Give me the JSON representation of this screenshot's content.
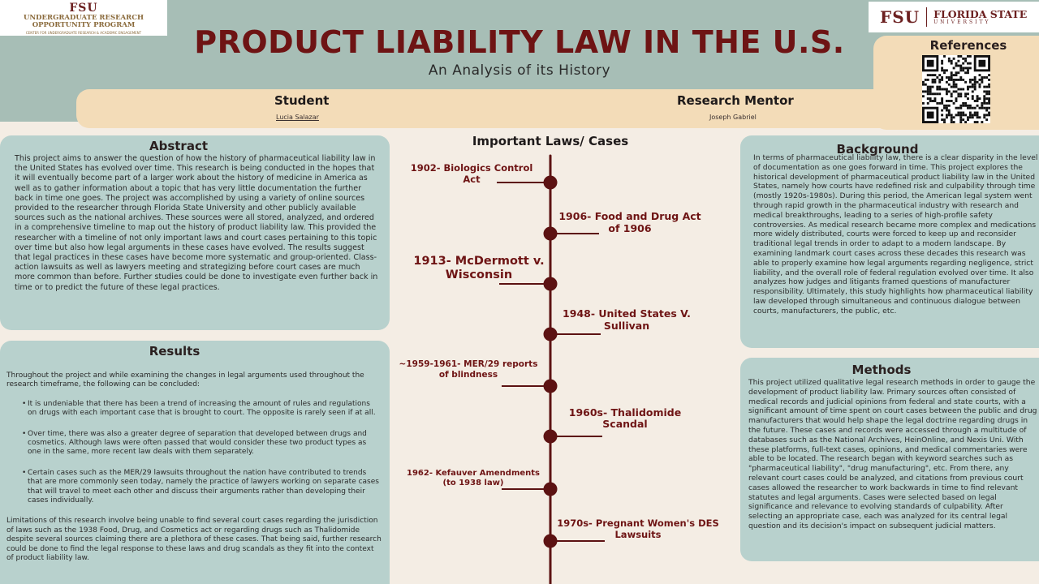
{
  "header": {
    "title": "PRODUCT LIABILITY LAW IN THE U.S.",
    "subtitle": "An Analysis of its History",
    "left_logo": {
      "wordmark": "FSU",
      "program_line1": "UNDERGRADUATE RESEARCH",
      "program_line2": "OPPORTUNITY PROGRAM",
      "subline": "CENTER FOR UNDERGRADUATE RESEARCH & ACADEMIC ENGAGEMENT"
    },
    "right_logo": {
      "wordmark": "FSU",
      "name_line1": "FLORIDA STATE",
      "name_line2": "UNIVERSITY"
    }
  },
  "references": {
    "title": "References",
    "qr_icon": "qr-code-icon"
  },
  "people": {
    "student_label": "Student",
    "student_name": "Lucia Salazar",
    "mentor_label": "Research Mentor",
    "mentor_name": "Joseph Gabriel"
  },
  "abstract": {
    "title": "Abstract",
    "text": "This project aims to answer the question of how the history of pharmaceutical liability law in the United States has evolved over time. This research is being conducted in the hopes that it will eventually become part of a larger work about the history of medicine in America as well as to gather information about a topic that has very little documentation the further back in time one goes. The project was accomplished by using a variety of online sources provided to the researcher through Florida State University and other publicly available sources such as the national archives. These sources were all stored, analyzed, and ordered in a comprehensive timeline to map out the history of product liability law. This provided the researcher with a timeline of not only important laws and court cases pertaining to this topic over time but also how legal arguments in these cases have evolved. The results suggest that legal practices in these cases have become more systematic and group-oriented. Class-action lawsuits as well as lawyers meeting and strategizing before court cases are much more common than before. Further studies could be done to investigate even further back in time or to predict the future of these legal practices."
  },
  "results": {
    "title": "Results",
    "intro": "Throughout the project and while examining the changes in legal arguments used throughout the research timeframe, the following can be concluded:",
    "bullets": [
      "It is undeniable that there has been a trend of increasing the amount of rules and regulations on drugs with each important case that is brought to court. The opposite is rarely seen if at all.",
      "Over time, there was also a greater degree of separation that developed between drugs and cosmetics. Although laws were often passed that would consider these two product types as one in the same, more recent law deals with them separately.",
      "Certain cases such as the MER/29 lawsuits throughout the nation have contributed to trends that are more commonly seen today, namely the practice of lawyers working on separate cases that will travel to meet each other and discuss their arguments rather than developing their cases individually."
    ],
    "closing": "Limitations of this research involve being unable to find several court cases regarding the jurisdiction of laws such as the 1938 Food, Drug, and Cosmetics act or regarding drugs such as Thalidomide despite several sources claiming there are a plethora of these cases. That being said, further research could be done to find the legal response to these laws and drug scandals as they fit into the context of product liability law."
  },
  "timeline": {
    "title": "Important Laws/ Cases",
    "events": [
      {
        "label": "1902- Biologics Control Act"
      },
      {
        "label": "1906- Food and Drug Act of 1906"
      },
      {
        "label": "1913- McDermott v. Wisconsin"
      },
      {
        "label": "1948- United States V. Sullivan"
      },
      {
        "label": "~1959-1961- MER/29 reports of blindness"
      },
      {
        "label": "1960s- Thalidomide Scandal"
      },
      {
        "label": "1962- Kefauver Amendments (to 1938 law)"
      },
      {
        "label": "1970s- Pregnant Women's DES Lawsuits"
      }
    ],
    "line_color": "#5c1212"
  },
  "background": {
    "title": "Background",
    "text": "In terms of pharmaceutical liability law, there is a clear disparity in the level of documentation as one goes forward in time. This project explores the historical development of pharmaceutical product liability law in the United States, namely how courts have redefined risk and culpability through time (mostly 1920s-1980s). During this period, the American legal system went through rapid growth in the pharmaceutical industry with research and medical breakthroughs, leading to a series of high-profile safety controversies. As medical research became more complex and medications more widely distributed, courts were forced to keep up and reconsider traditional legal trends in order to adapt to a modern landscape. By examining landmark court cases across these decades this research was able to properly examine how legal arguments regarding negligence, strict liability, and the overall role of federal regulation evolved over time. It also analyzes how judges and litigants framed questions of manufacturer responsibility. Ultimately, this study highlights how pharmaceutical liability law developed through simultaneous and continuous dialogue between courts, manufacturers, the public, etc."
  },
  "methods": {
    "title": "Methods",
    "text": "This project utilized qualitative legal research methods in order to gauge the development of product liability law. Primary sources often consisted of medical records and judicial opinions from federal and state courts, with a significant amount of time spent on court cases between the public and drug manufacturers that would help shape the legal doctrine regarding drugs in the future. These cases and records were accessed through a multitude of databases such as the National Archives, HeinOnline, and Nexis Uni. With these platforms, full-text cases, opinions, and medical commentaries were able to be located. The research began with keyword searches such as \"pharmaceutical liability\", \"drug manufacturing\", etc. From there, any relevant court cases could be analyzed, and citations from previous court cases allowed the researcher to work backwards in time to find relevant statutes and legal arguments. Cases were selected based on legal significance and relevance to evolving standards of culpability. After selecting an appropriate case, each was analyzed for its central legal question and its decision's impact on subsequent judicial matters."
  },
  "colors": {
    "header_band": "#a7beb6",
    "accent_maroon": "#6e1414",
    "cream": "#f3dcb8",
    "card": "#b8d1cd",
    "page": "#f4ede4"
  }
}
